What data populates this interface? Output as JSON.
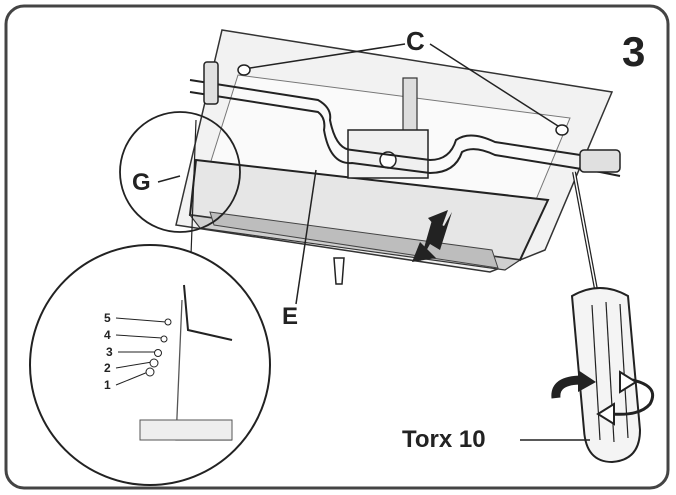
{
  "step_number": "3",
  "labels": {
    "c": "C",
    "g": "G",
    "e": "E",
    "tool": "Torx 10"
  },
  "detail_positions": [
    "5",
    "4",
    "3",
    "2",
    "1"
  ],
  "colors": {
    "ink": "#222222",
    "frame": "#444444",
    "shade": "#d8d8d8",
    "panel": "#eeeeee"
  }
}
